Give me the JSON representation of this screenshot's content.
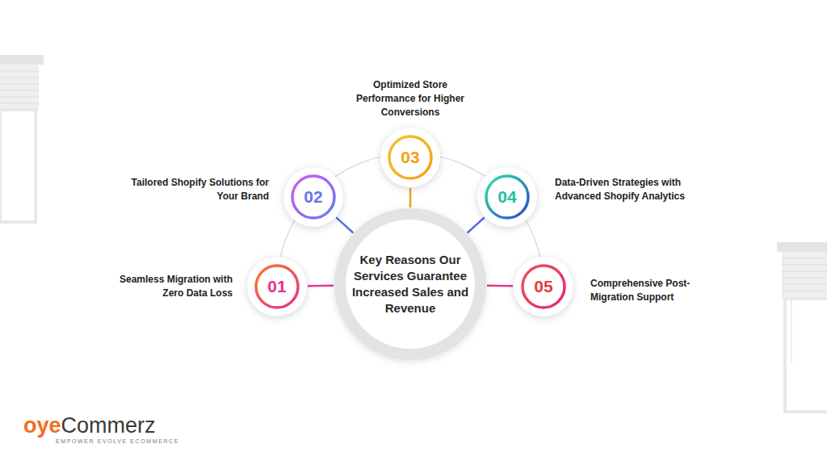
{
  "diagram": {
    "nodes": [
      {
        "text": [
          "Key Reasons Our Services Guarantee Increased Sales and Revenue"
        ]
      },
      {
        "text": [
          "01",
          "Seamless Migration with Zero Data Loss"
        ]
      },
      {
        "text": [
          "02",
          "Tailored Shopify Solutions for Your Brand"
        ]
      },
      {
        "text": [
          "03",
          "Optimized Store Performance for Higher Conversions"
        ]
      },
      {
        "text": [
          "04",
          "Data-Driven Strategies with Advanced Shopify Analytics"
        ]
      },
      {
        "text": [
          "05",
          "Comprehensive Post-Migration Support"
        ]
      }
    ],
    "edges": [
      {
        "from": 0,
        "to": 1,
        "arrow": "none"
      },
      {
        "from": 0,
        "to": 2,
        "arrow": "none"
      },
      {
        "from": 0,
        "to": 3,
        "arrow": "none"
      },
      {
        "from": 0,
        "to": 4,
        "arrow": "none"
      },
      {
        "from": 0,
        "to": 5,
        "arrow": "none"
      }
    ],
    "labels": [
      "oye",
      "Commerz",
      "EMPOWER EVOLVE ECOMMERCE"
    ]
  }
}
